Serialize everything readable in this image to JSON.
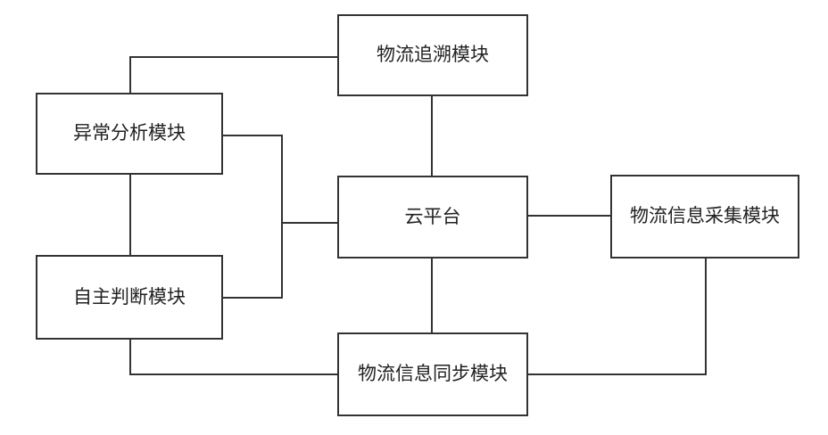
{
  "diagram": {
    "nodes": {
      "tracking": "物流追溯模块",
      "anomaly": "异常分析模块",
      "cloud": "云平台",
      "collection": "物流信息采集模块",
      "judgment": "自主判断模块",
      "sync": "物流信息同步模块"
    },
    "edges": [
      [
        "tracking",
        "cloud"
      ],
      [
        "tracking",
        "anomaly"
      ],
      [
        "anomaly",
        "judgment"
      ],
      [
        "anomaly",
        "cloud"
      ],
      [
        "judgment",
        "cloud"
      ],
      [
        "cloud",
        "collection"
      ],
      [
        "cloud",
        "sync"
      ],
      [
        "judgment",
        "sync"
      ],
      [
        "collection",
        "sync"
      ]
    ]
  }
}
